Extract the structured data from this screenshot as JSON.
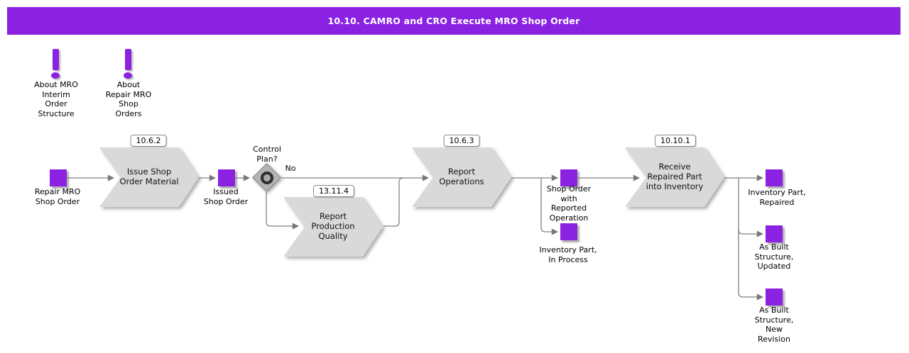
{
  "title": "10.10. CAMRO and CRO Execute MRO Shop Order",
  "colors": {
    "accent_purple": "#8B22E2",
    "process_fill": "#D9D9D9",
    "connector_gray": "#808080",
    "title_text": "#FFFFFF",
    "label_text": "#000000"
  },
  "notes": [
    {
      "label": "About MRO\nInterim\nOrder\nStructure"
    },
    {
      "label": "About\nRepair MRO\nShop\nOrders"
    }
  ],
  "nodes": {
    "repair_mro_shop_order": {
      "label": "Repair MRO\nShop Order"
    },
    "issue_shop_order_material": {
      "badge": "10.6.2",
      "label": "Issue Shop\nOrder Material"
    },
    "issued_shop_order": {
      "label": "Issued\nShop Order"
    },
    "control_plan": {
      "label": "Control\nPlan?",
      "branch_label": "No"
    },
    "report_production_quality": {
      "badge": "13.11.4",
      "label": "Report\nProduction\nQuality"
    },
    "report_operations": {
      "badge": "10.6.3",
      "label": "Report\nOperations"
    },
    "shop_order_with_reported_operation": {
      "label": "Shop Order\nwith\nReported\nOperation"
    },
    "inventory_part_in_process": {
      "label": "Inventory Part,\nIn Process"
    },
    "receive_repaired_part_into_inventory": {
      "badge": "10.10.1",
      "label": "Receive\nRepaired Part\ninto Inventory"
    },
    "inventory_part_repaired": {
      "label": "Inventory Part,\nRepaired"
    },
    "as_built_structure_updated": {
      "label": "As Built\nStructure,\nUpdated"
    },
    "as_built_structure_new_revision": {
      "label": "As Built\nStructure,\nNew\nRevision"
    }
  }
}
